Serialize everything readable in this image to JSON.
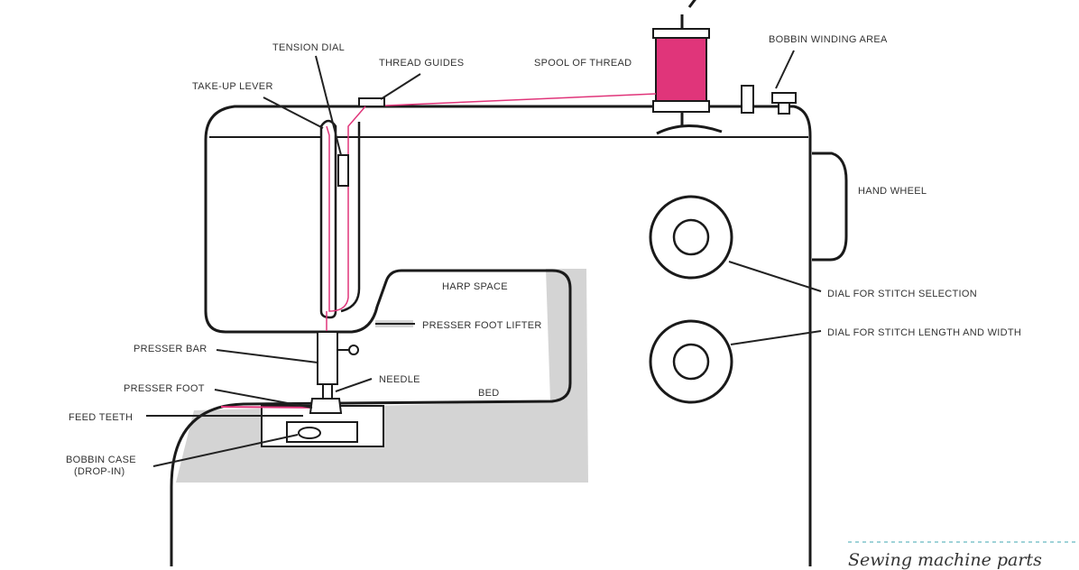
{
  "labels": {
    "tension_dial": "TENSION DIAL",
    "take_up_lever": "TAKE-UP LEVER",
    "thread_guides": "THREAD GUIDES",
    "spool_of_thread": "SPOOL OF THREAD",
    "bobbin_winding_area": "BOBBIN WINDING AREA",
    "hand_wheel": "HAND WHEEL",
    "harp_space": "HARP SPACE",
    "presser_foot_lifter": "PRESSER FOOT LIFTER",
    "dial_stitch_selection": "DIAL FOR STITCH SELECTION",
    "dial_stitch_length": "DIAL FOR STITCH LENGTH AND WIDTH",
    "presser_bar": "PRESSER BAR",
    "needle": "NEEDLE",
    "presser_foot": "PRESSER FOOT",
    "bed": "BED",
    "feed_teeth": "FEED TEETH",
    "bobbin_case_line1": "BOBBIN CASE",
    "bobbin_case_line2": "(DROP-IN)"
  },
  "caption": "Sewing machine parts",
  "colors": {
    "thread": "#e0357a",
    "outline": "#1a1a1a",
    "shadow": "#d4d4d4",
    "leader_line": "#222222",
    "text": "#333333",
    "caption_rule": "#9fd3d8"
  }
}
